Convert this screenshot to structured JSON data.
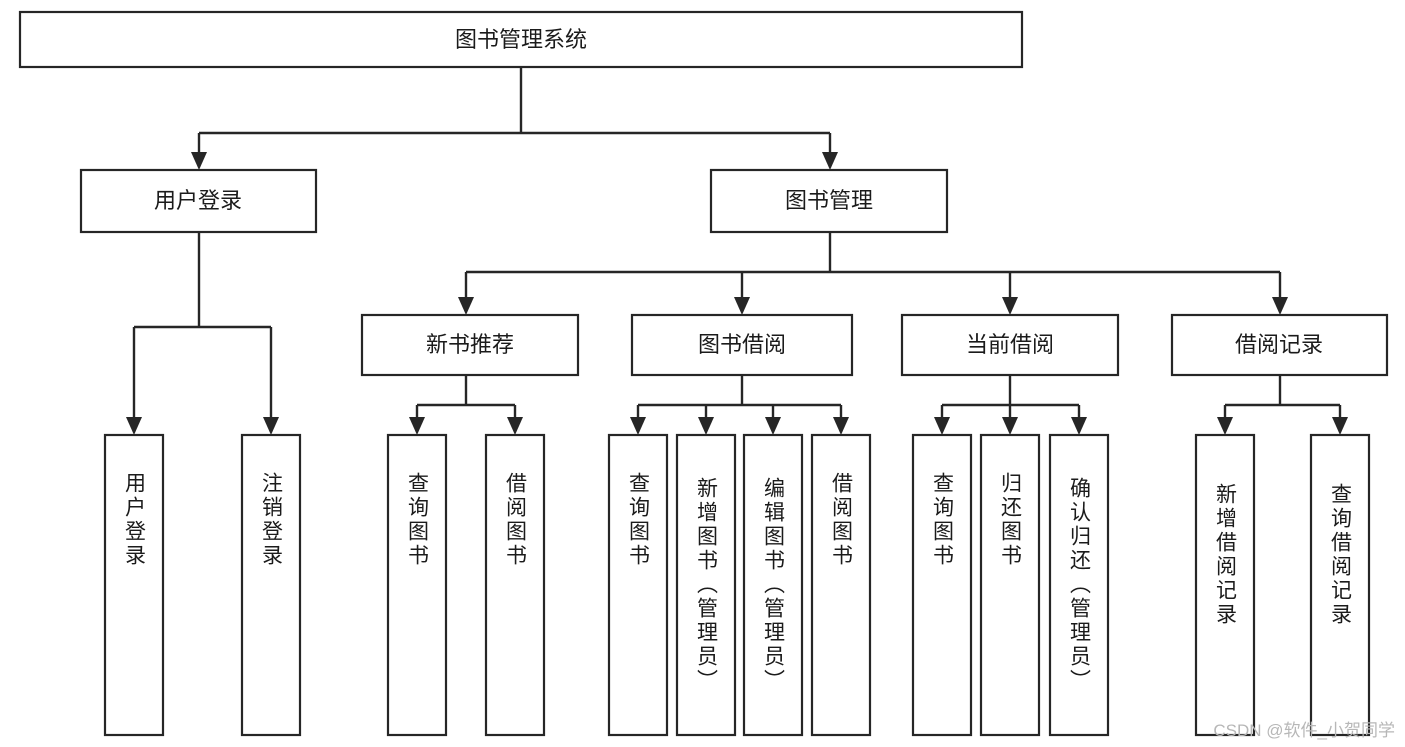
{
  "diagram": {
    "title": "图书管理系统",
    "type": "tree",
    "root": {
      "id": "root",
      "label": "图书管理系统",
      "level": 0
    },
    "level2": [
      {
        "id": "user-login",
        "label": "用户登录"
      },
      {
        "id": "book-manage",
        "label": "图书管理"
      }
    ],
    "level3": [
      {
        "id": "new-book-rec",
        "label": "新书推荐",
        "parent": "book-manage"
      },
      {
        "id": "book-borrow",
        "label": "图书借阅",
        "parent": "book-manage"
      },
      {
        "id": "current-borrow",
        "label": "当前借阅",
        "parent": "book-manage"
      },
      {
        "id": "borrow-record",
        "label": "借阅记录",
        "parent": "book-manage"
      }
    ],
    "leaves": [
      {
        "id": "leaf-user-login",
        "label": "用户登录",
        "parent": "user-login"
      },
      {
        "id": "leaf-logout",
        "label": "注销登录",
        "parent": "user-login"
      },
      {
        "id": "leaf-query-book-1",
        "label": "查询图书",
        "parent": "new-book-rec"
      },
      {
        "id": "leaf-borrow-book-1",
        "label": "借阅图书",
        "parent": "new-book-rec"
      },
      {
        "id": "leaf-query-book-2",
        "label": "查询图书",
        "parent": "book-borrow"
      },
      {
        "id": "leaf-add-book",
        "label": "新增图书（管理员）",
        "parent": "book-borrow"
      },
      {
        "id": "leaf-edit-book",
        "label": "编辑图书（管理员）",
        "parent": "book-borrow"
      },
      {
        "id": "leaf-borrow-book-2",
        "label": "借阅图书",
        "parent": "book-borrow"
      },
      {
        "id": "leaf-query-book-3",
        "label": "查询图书",
        "parent": "current-borrow"
      },
      {
        "id": "leaf-return-book",
        "label": "归还图书",
        "parent": "current-borrow"
      },
      {
        "id": "leaf-confirm-return",
        "label": "确认归还（管理员）",
        "parent": "current-borrow"
      },
      {
        "id": "leaf-add-record",
        "label": "新增借阅记录",
        "parent": "borrow-record"
      },
      {
        "id": "leaf-query-record",
        "label": "查询借阅记录",
        "parent": "borrow-record"
      }
    ]
  },
  "watermark": {
    "text": "CSDN @软件_小贺同学"
  },
  "colors": {
    "box_stroke": "#262626",
    "box_fill": "#ffffff",
    "text": "#1b1b1b",
    "background": "#ffffff",
    "watermark": "#b7b7b7"
  }
}
